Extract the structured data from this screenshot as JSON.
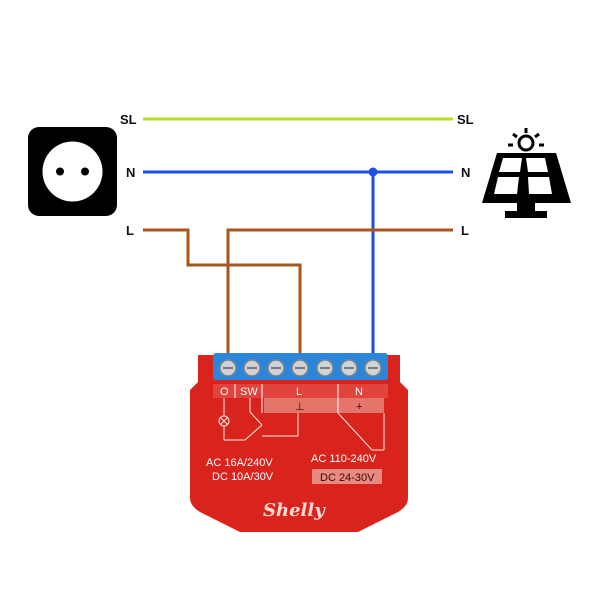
{
  "colors": {
    "sl_wire": "#b7e02a",
    "n_wire": "#1f4fe0",
    "l_wire": "#a9561e",
    "device_red": "#d8241d",
    "device_dark_red": "#b81812",
    "terminal_blue": "#2b86d9"
  },
  "left_device": {
    "icon": "power-socket-icon"
  },
  "right_device": {
    "icon": "solar-panel-icon"
  },
  "wire_labels": {
    "left": {
      "sl": "SL",
      "n": "N",
      "l": "L"
    },
    "right": {
      "sl": "SL",
      "n": "N",
      "l": "L"
    }
  },
  "device": {
    "terminals": {
      "o": "O",
      "sw": "SW",
      "l": "L",
      "n": "N"
    },
    "symbols": {
      "ground": "⊥",
      "plus": "+"
    },
    "ratings_left": {
      "line1": "AC 16A/240V",
      "line2": "DC 10A/30V"
    },
    "ratings_right": {
      "line1": "AC 110-240V",
      "line2": "DC 24-30V"
    },
    "brand": "Shelly"
  }
}
